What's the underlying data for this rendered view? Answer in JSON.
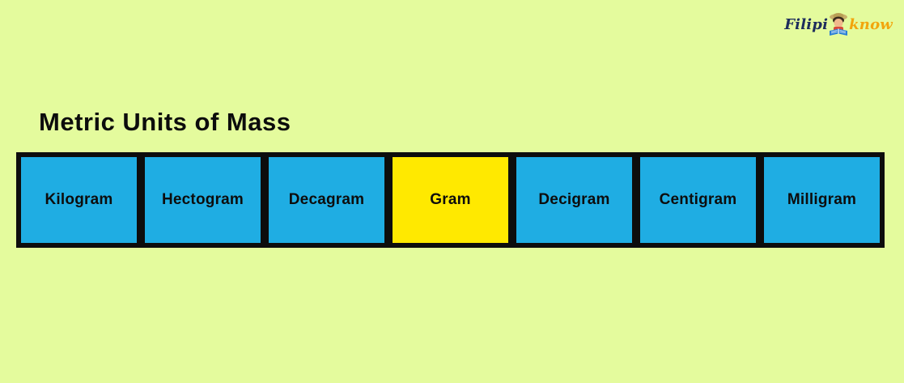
{
  "page": {
    "background_color": "#e4fb9d"
  },
  "logo": {
    "part1": "Filipi",
    "part2": "know",
    "part1_color": "#1d2d5c",
    "part2_color": "#f2a50c",
    "icon": "boy-reading-book"
  },
  "title": "Metric Units of Mass",
  "units": {
    "box_color": "#1fade3",
    "highlight_color": "#ffe900",
    "frame_color": "#0d0d0d",
    "items": [
      {
        "label": "Kilogram",
        "highlighted": false
      },
      {
        "label": "Hectogram",
        "highlighted": false
      },
      {
        "label": "Decagram",
        "highlighted": false
      },
      {
        "label": "Gram",
        "highlighted": true
      },
      {
        "label": "Decigram",
        "highlighted": false
      },
      {
        "label": "Centigram",
        "highlighted": false
      },
      {
        "label": "Milligram",
        "highlighted": false
      }
    ]
  }
}
